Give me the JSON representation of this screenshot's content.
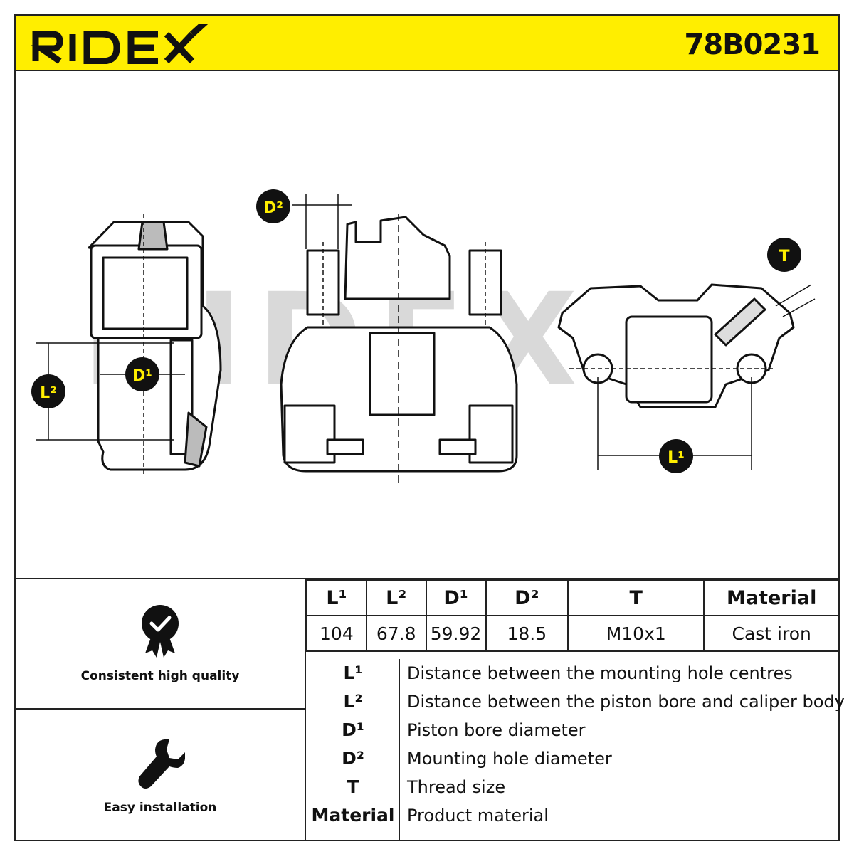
{
  "header": {
    "brand": "RIDEX",
    "part_number": "78B0231",
    "brand_color": "#ffee00"
  },
  "drawing": {
    "watermark": "RIDEX",
    "labels": {
      "d1": "D¹",
      "d2": "D²",
      "l1": "L¹",
      "l2": "L²",
      "t": "T"
    }
  },
  "features": [
    {
      "label": "Consistent high quality",
      "icon": "quality-badge-icon"
    },
    {
      "label": "Easy installation",
      "icon": "wrench-icon"
    }
  ],
  "specs": {
    "headers": [
      "L¹",
      "L²",
      "D¹",
      "D²",
      "T",
      "Material"
    ],
    "values": [
      "104",
      "67.8",
      "59.92",
      "18.5",
      "M10x1",
      "Cast iron"
    ]
  },
  "legend": [
    {
      "symbol": "L¹",
      "description": "Distance between the mounting hole centres"
    },
    {
      "symbol": "L²",
      "description": "Distance between the piston bore and caliper body"
    },
    {
      "symbol": "D¹",
      "description": "Piston bore diameter"
    },
    {
      "symbol": "D²",
      "description": "Mounting hole diameter"
    },
    {
      "symbol": "T",
      "description": "Thread size"
    },
    {
      "symbol": "Material",
      "description": "Product material"
    }
  ]
}
